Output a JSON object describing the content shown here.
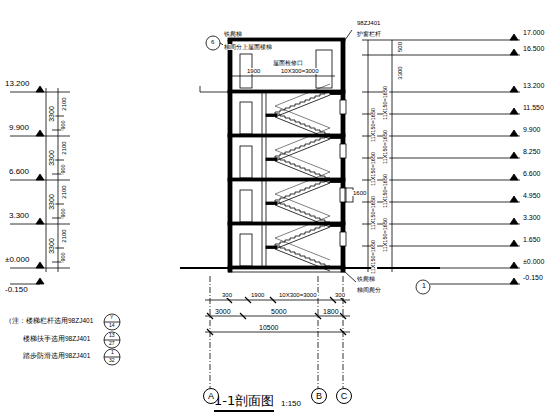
{
  "diagram": {
    "title": "1-1剖面图",
    "nodes": [
      {
        "text": [
          "A"
        ]
      },
      {
        "text": [
          "B"
        ]
      },
      {
        "text": [
          "C"
        ]
      }
    ],
    "labels": [
      "13.200",
      "9.900",
      "6.600",
      "3.300",
      "±0.000",
      "-0.150",
      "3300",
      "3300",
      "3300",
      "3300",
      "2100",
      "2100",
      "2100",
      "2100",
      "900",
      "900",
      "900",
      "900",
      "17.000",
      "16.500",
      "13.200",
      "11.550",
      "9.900",
      "8.250",
      "6.600",
      "4.950",
      "3.300",
      "1.650",
      "±0.000",
      "-0.150",
      "11X150=1650",
      "11X150=1650",
      "11X150=1650",
      "11X150=1650",
      "11X150=1650",
      "11X150=1650",
      "11X150=1650",
      "11X150=1650",
      "500",
      "3300",
      "300",
      "1900",
      "10X300=3000",
      "300",
      "3000",
      "5000",
      "1800",
      "10500",
      "1900",
      "10X300=3000",
      "1600",
      "6",
      "铁爬梯",
      "梯间分上屋面楼梯",
      "98ZJ401",
      "护窗栏杆",
      "铁爬梯",
      "梯间爬分",
      "1",
      "（注：楼梯栏杆选用98ZJ401",
      "Y",
      "14",
      "楼梯扶手选用98ZJ401",
      "13",
      "27",
      "踏步防滑选用98ZJ401",
      "1",
      "32",
      "1:150",
      "屋面检修口"
    ]
  }
}
